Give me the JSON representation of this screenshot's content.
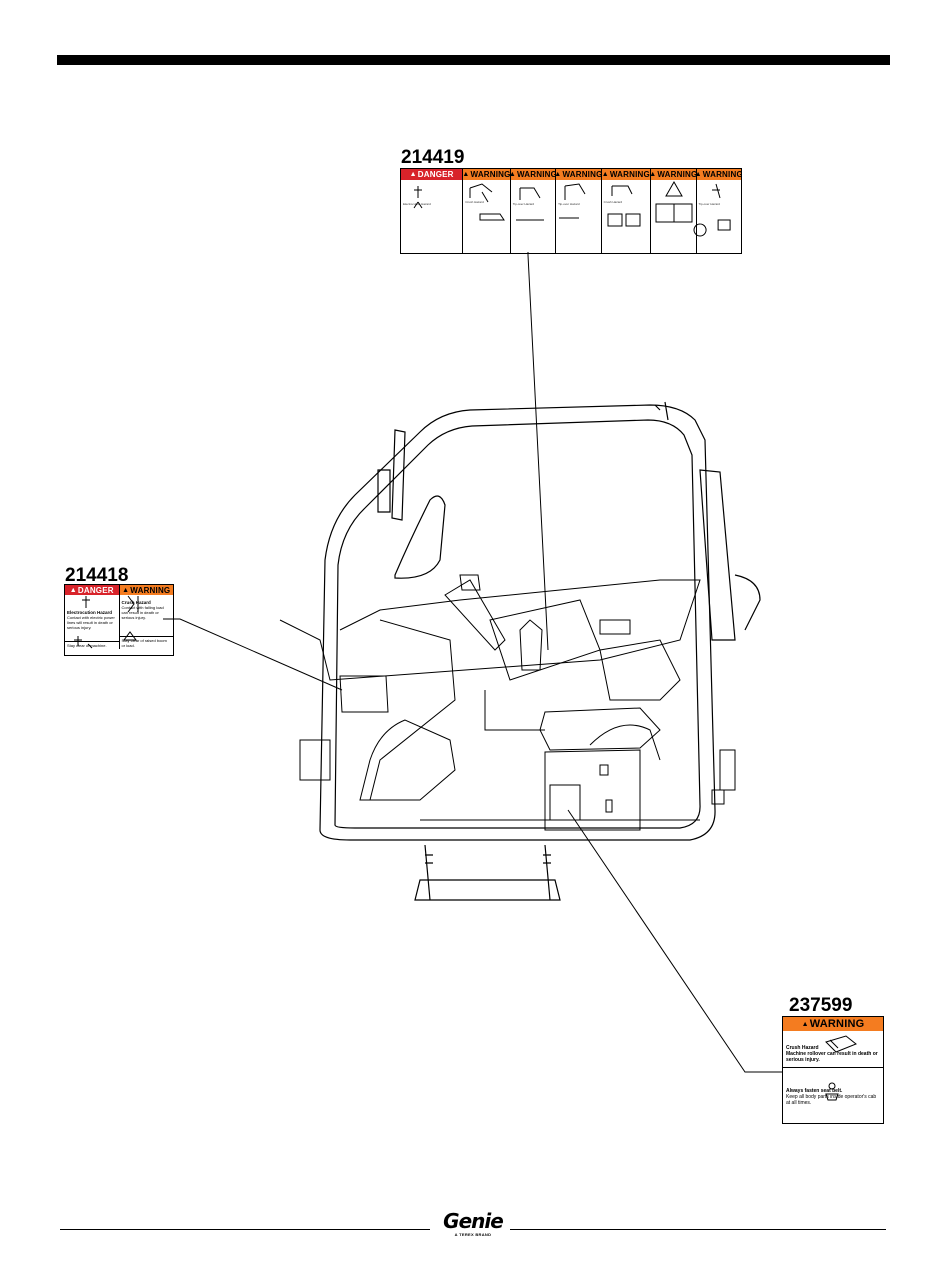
{
  "header": {
    "rule": "black"
  },
  "decals": {
    "d214419": {
      "part_number": "214419",
      "panels": [
        {
          "kind": "danger",
          "label": "DANGER",
          "hazard": "Electrocution Hazard"
        },
        {
          "kind": "warning",
          "label": "WARNING",
          "hazard": "Crush Hazard"
        },
        {
          "kind": "warning",
          "label": "WARNING",
          "hazard": "Tip-over Hazard"
        },
        {
          "kind": "warning",
          "label": "WARNING",
          "hazard": "Tip-over Hazard"
        },
        {
          "kind": "warning",
          "label": "WARNING",
          "hazard": "Crush Hazard"
        },
        {
          "kind": "warning",
          "label": "WARNING",
          "hazard": ""
        },
        {
          "kind": "warning",
          "label": "WARNING",
          "hazard": "Tip-over Hazard"
        }
      ]
    },
    "d214418": {
      "part_number": "214418",
      "danger_label": "DANGER",
      "danger_text_title": "Electrocution Hazard",
      "danger_text": "Contact with electric power lines will result in death or serious injury.",
      "danger_bottom": "Stay clear of machine.",
      "warning_label": "WARNING",
      "warning_text_title": "Crush Hazard",
      "warning_text": "Contact with falling load can result in death or serious injury.",
      "warning_bottom": "Stay clear of raised boom or load."
    },
    "d237599": {
      "part_number": "237599",
      "warning_label": "WARNING",
      "hazard_title": "Crush Hazard",
      "hazard_text": "Machine rollover can result in death or serious injury.",
      "instruction": "Always fasten seat belt.",
      "instruction_2": "Keep all body parts inside operator's cab at all times."
    }
  },
  "footer": {
    "logo_text": "Genie",
    "logo_subtext": "A TEREX BRAND"
  }
}
